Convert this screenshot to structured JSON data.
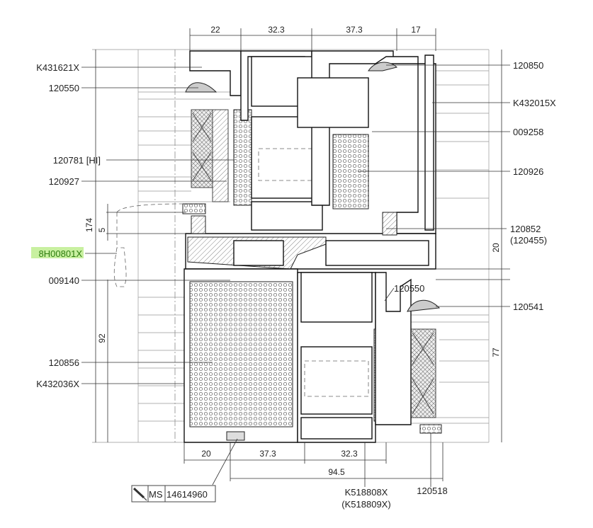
{
  "labels_left": [
    "K431621X",
    "120550",
    "120781 [HI]",
    "120927",
    "8H00801X",
    "009140",
    "120856",
    "K432036X"
  ],
  "labels_right": [
    "120850",
    "K432015X",
    "009258",
    "120926",
    "120852",
    "(120455)",
    "120550",
    "120541"
  ],
  "labels_bottom": {
    "part1": "K518808X",
    "part2": "(K518809X)",
    "part3": "120518"
  },
  "highlight_color": "#c8f0a0",
  "dims_top": [
    "22",
    "32.3",
    "37.3",
    "17"
  ],
  "dims_bottom": [
    "20",
    "37.3",
    "32.3",
    "94.5"
  ],
  "dims_vertical": {
    "total": "174",
    "gap": "5",
    "lower": "92",
    "right_small": "20",
    "right_lower": "77"
  },
  "ms_box": {
    "icon": "screwdriver-icon",
    "code": "MS",
    "number": "14614960"
  }
}
